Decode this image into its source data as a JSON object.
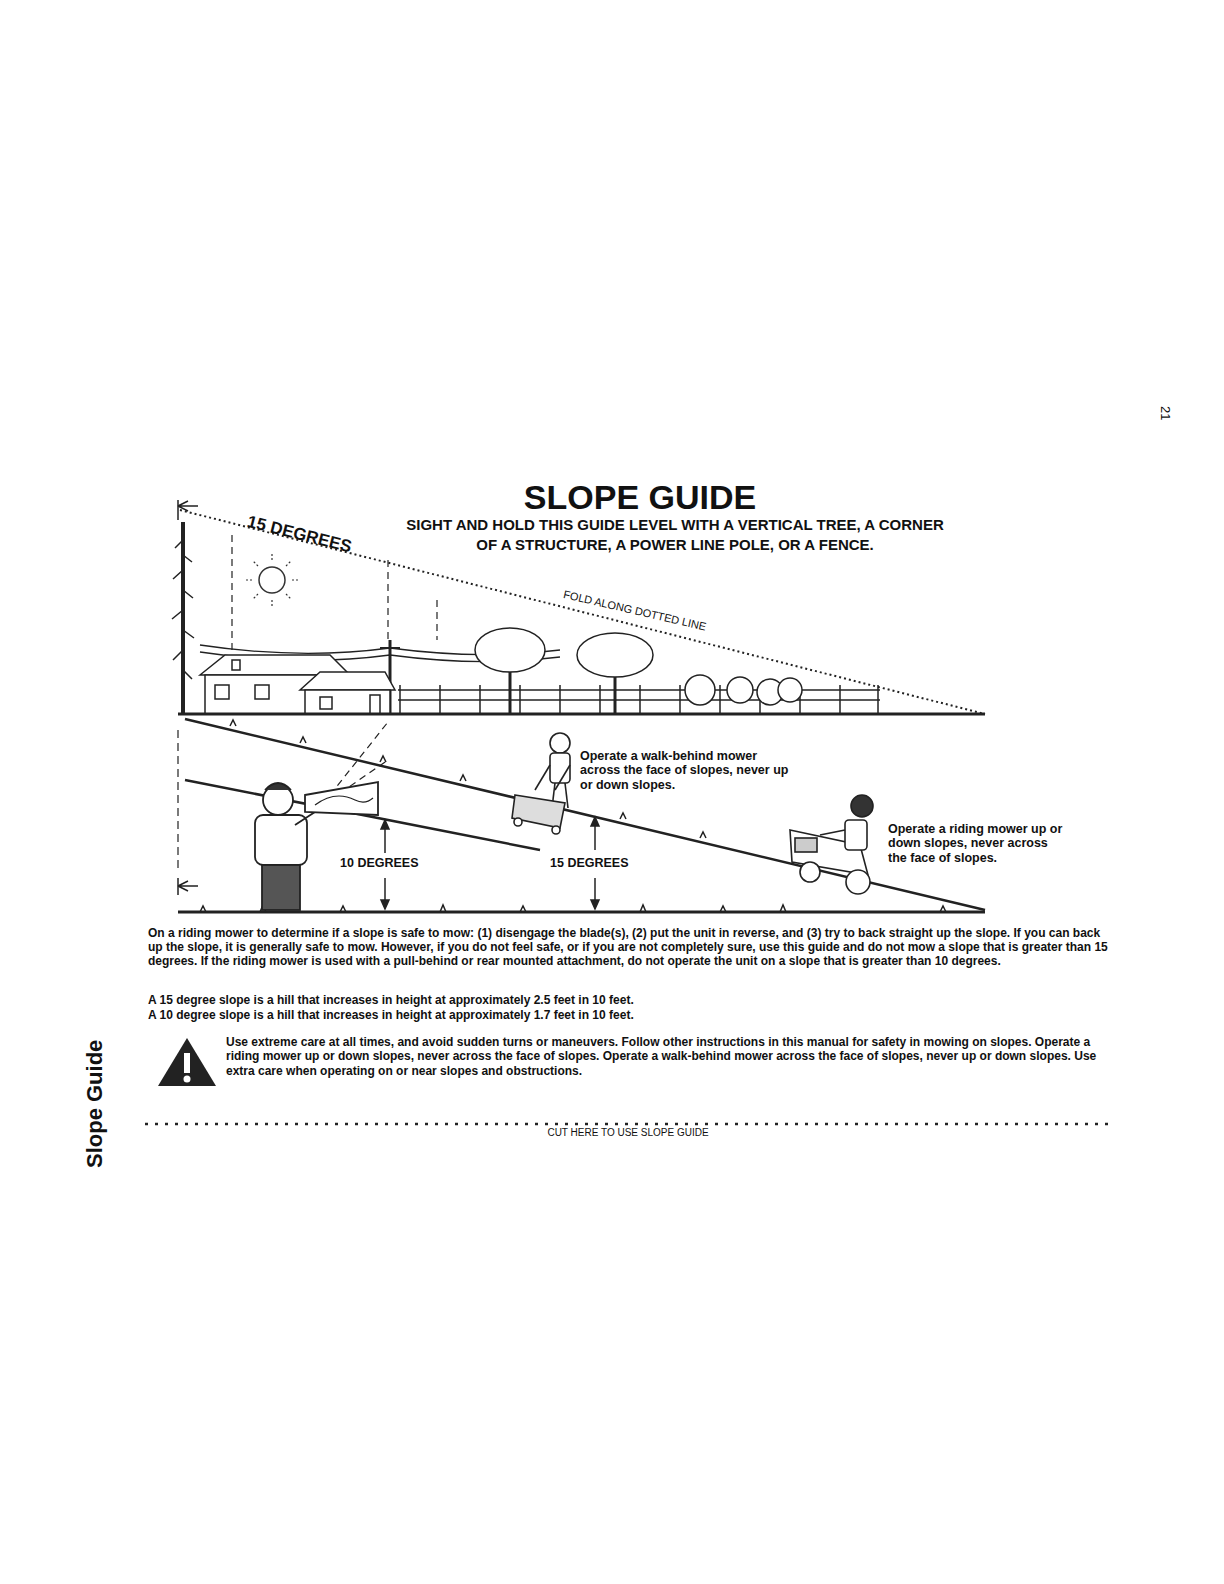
{
  "diagram": {
    "title": "SLOPE GUIDE",
    "labels": [
      "21",
      "15 DEGREES",
      "SIGHT AND HOLD THIS GUIDE LEVEL WITH A VERTICAL TREE, A CORNER OF A STRUCTURE, A POWER LINE POLE, OR A FENCE.",
      "FOLD ALONG DOTTED LINE",
      "Operate a walk-behind mower across the face of slopes, never up or down slopes.",
      "Operate a riding mower up or down slopes, never across the face of slopes.",
      "10 DEGREES",
      "15 DEGREES",
      "On a riding mower to determine if a slope is safe to mow: (1) disengage the blade(s), (2) put the unit in reverse, and (3) try to back straight up the slope. If you can back up the slope, it is generally safe to mow. However, if you do not feel safe, or if you are not completely sure, use this guide and do not mow a slope that is greater than 15 degrees. If the riding mower is used with a pull-behind or rear mounted attachment, do not operate the unit on a slope that is greater than 10 degrees.",
      "A 15 degree slope is a hill that increases in height at approximately 2.5 feet in 10 feet.",
      "A 10 degree slope is a hill that increases in height at approximately 1.7 feet in 10 feet.",
      "Use extreme care at all times, and avoid sudden turns or maneuvers. Follow other instructions in this manual for safety in mowing on slopes. Operate a riding mower up or down slopes, never across the face of slopes. Operate a walk-behind mower across the face of slopes, never up or down slopes. Use extra care when operating on or near slopes and obstructions.",
      "CUT HERE TO USE SLOPE GUIDE",
      "Slope Guide"
    ]
  }
}
